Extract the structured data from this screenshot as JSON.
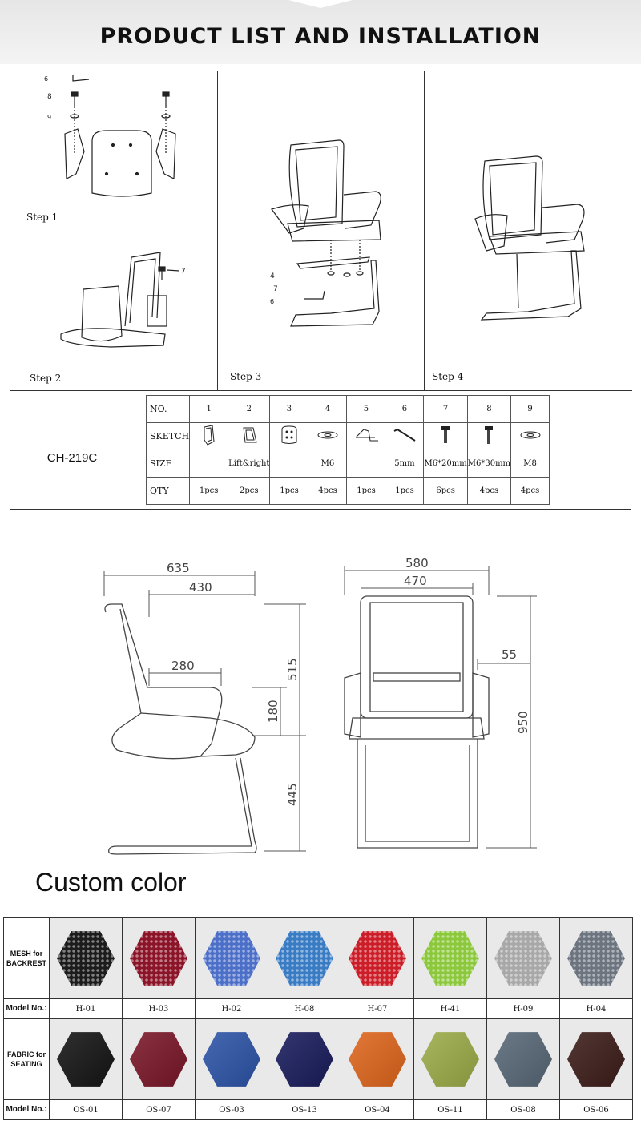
{
  "header": {
    "title": "PRODUCT LIST AND INSTALLATION"
  },
  "steps": [
    "Step 1",
    "Step 2",
    "Step 3",
    "Step 4"
  ],
  "callouts": {
    "s1_a": "6",
    "s1_b": "8",
    "s1_c": "9",
    "s2_a": "7",
    "s3_a": "4",
    "s3_b": "7",
    "s3_c": "6"
  },
  "model": "CH-219C",
  "parts_table": {
    "row_labels": [
      "NO.",
      "SKETCH",
      "SIZE",
      "QTY"
    ],
    "numbers": [
      "1",
      "2",
      "3",
      "4",
      "5",
      "6",
      "7",
      "8",
      "9"
    ],
    "sizes": [
      "",
      "Lift&right",
      "",
      "M6",
      "",
      "5mm",
      "M6*20mm",
      "M6*30mm",
      "M8"
    ],
    "qty": [
      "1pcs",
      "2pcs",
      "1pcs",
      "4pcs",
      "1pcs",
      "1pcs",
      "6pcs",
      "4pcs",
      "4pcs"
    ]
  },
  "dimensions": {
    "d635": "635",
    "d430": "430",
    "d280": "280",
    "d515": "515",
    "d180": "180",
    "d445": "445",
    "d580": "580",
    "d470": "470",
    "d55": "55",
    "d950": "950"
  },
  "custom": {
    "title": "Custom color",
    "mesh_label_1": "MESH for",
    "mesh_label_2": "BACKREST",
    "fabric_label_1": "FABRIC for",
    "fabric_label_2": "SEATING",
    "model_no_label": "Model No.:",
    "mesh": [
      {
        "code": "H-01",
        "color": "#1c1c1c"
      },
      {
        "code": "H-03",
        "color": "#8c1428"
      },
      {
        "code": "H-02",
        "color": "#4c6fc8"
      },
      {
        "code": "H-08",
        "color": "#3a7cc4"
      },
      {
        "code": "H-07",
        "color": "#cc1e28"
      },
      {
        "code": "H-41",
        "color": "#8cc83c"
      },
      {
        "code": "H-09",
        "color": "#a8a8a8"
      },
      {
        "code": "H-04",
        "color": "#6c7480"
      }
    ],
    "fabric": [
      {
        "code": "OS-01",
        "color": "#141414"
      },
      {
        "code": "OS-07",
        "color": "#7a1628"
      },
      {
        "code": "OS-03",
        "color": "#2c54a8"
      },
      {
        "code": "OS-13",
        "color": "#181c5c"
      },
      {
        "code": "OS-04",
        "color": "#e0661c"
      },
      {
        "code": "OS-11",
        "color": "#9cac48"
      },
      {
        "code": "OS-08",
        "color": "#586878"
      },
      {
        "code": "OS-06",
        "color": "#3c1c18"
      }
    ]
  }
}
